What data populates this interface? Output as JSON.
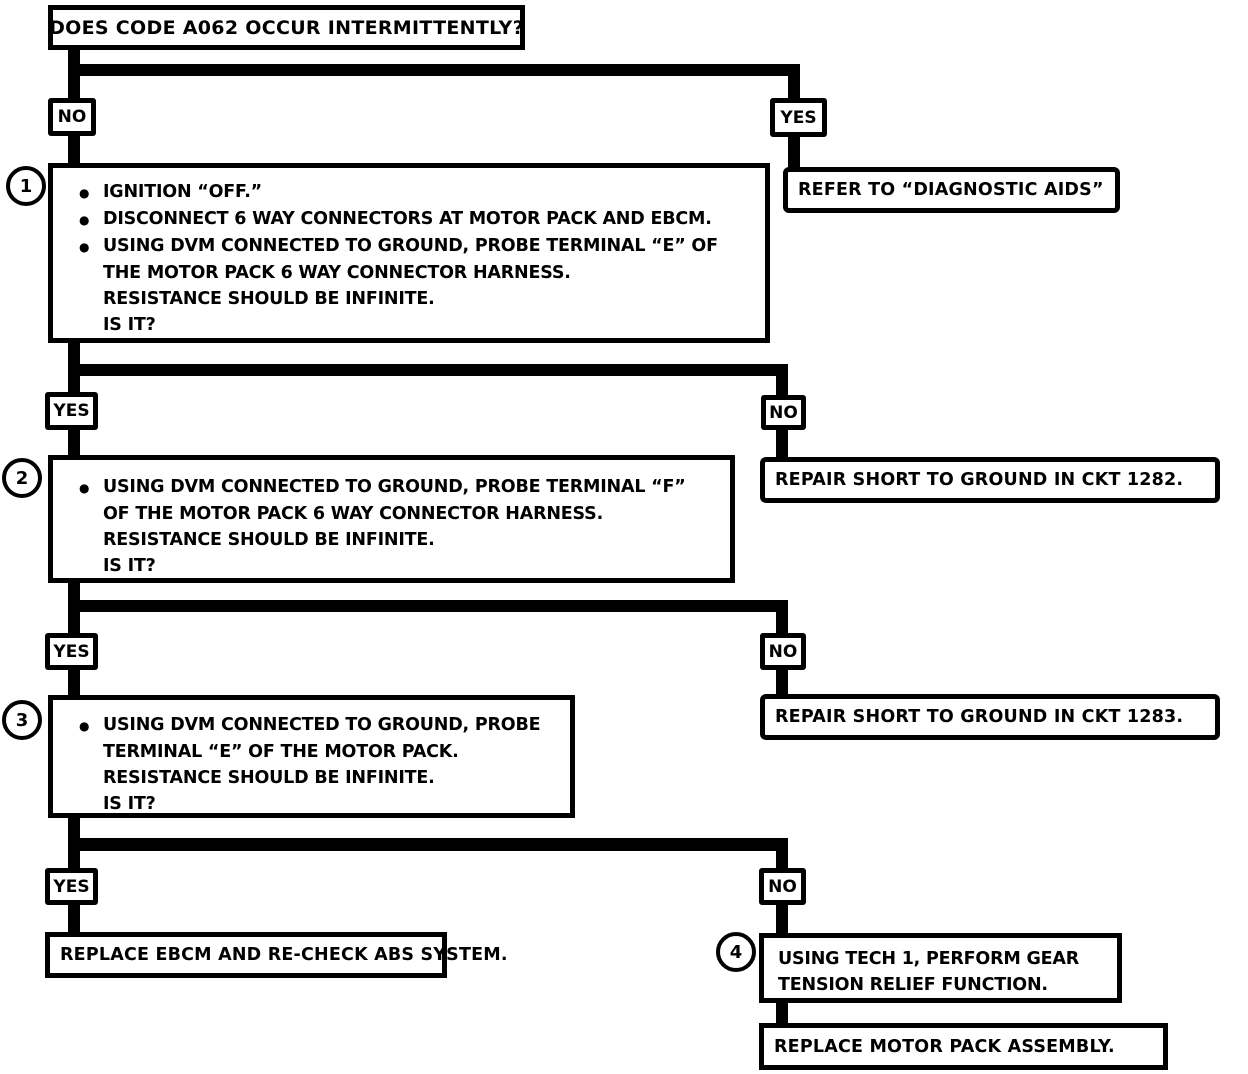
{
  "colors": {
    "ink": "#000000",
    "paper": "#ffffff"
  },
  "flowchart": {
    "root": {
      "question": "DOES CODE A062 OCCUR INTERMITTENTLY?"
    },
    "row1": {
      "left_label": "NO",
      "right_label": "YES",
      "right_result": "REFER TO “DIAGNOSTIC AIDS”"
    },
    "step1": {
      "number": "1",
      "lines": [
        {
          "bullet": "●",
          "text": "IGNITION “OFF.”"
        },
        {
          "bullet": "●",
          "text": "DISCONNECT 6 WAY CONNECTORS AT MOTOR PACK AND EBCM."
        },
        {
          "bullet": "●",
          "text": "USING DVM CONNECTED TO GROUND, PROBE TERMINAL “E” OF"
        },
        {
          "bullet": "",
          "text": "THE MOTOR PACK 6 WAY CONNECTOR HARNESS."
        },
        {
          "bullet": "",
          "text": "RESISTANCE SHOULD BE INFINITE."
        },
        {
          "bullet": "",
          "text": "IS IT?"
        }
      ]
    },
    "row2": {
      "left_label": "YES",
      "right_label": "NO",
      "right_result": "REPAIR SHORT TO GROUND IN CKT 1282."
    },
    "step2": {
      "number": "2",
      "lines": [
        {
          "bullet": "●",
          "text": "USING DVM CONNECTED TO GROUND, PROBE TERMINAL “F”"
        },
        {
          "bullet": "",
          "text": "OF THE MOTOR PACK 6 WAY CONNECTOR HARNESS."
        },
        {
          "bullet": "",
          "text": "RESISTANCE SHOULD BE INFINITE."
        },
        {
          "bullet": "",
          "text": "IS IT?"
        }
      ]
    },
    "row3": {
      "left_label": "YES",
      "right_label": "NO",
      "right_result": "REPAIR SHORT TO GROUND IN CKT 1283."
    },
    "step3": {
      "number": "3",
      "lines": [
        {
          "bullet": "●",
          "text": "USING DVM CONNECTED TO GROUND, PROBE"
        },
        {
          "bullet": "",
          "text": "TERMINAL “E” OF THE MOTOR PACK."
        },
        {
          "bullet": "",
          "text": "RESISTANCE SHOULD BE INFINITE."
        },
        {
          "bullet": "",
          "text": "IS IT?"
        }
      ]
    },
    "row4": {
      "left_label": "YES",
      "right_label": "NO",
      "left_result": "REPLACE EBCM AND RE-CHECK ABS SYSTEM."
    },
    "step4": {
      "number": "4",
      "lines": [
        "USING TECH 1, PERFORM GEAR",
        "TENSION RELIEF FUNCTION."
      ]
    },
    "final": {
      "result": "REPLACE MOTOR PACK ASSEMBLY."
    }
  }
}
